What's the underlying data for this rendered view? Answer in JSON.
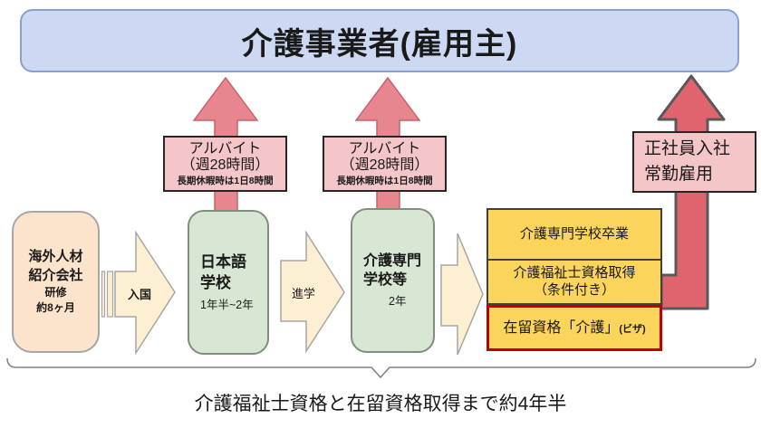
{
  "diagram": {
    "employer": {
      "title": "介護事業者(雇用主)"
    },
    "part_time_boxes": [
      {
        "line1": "アルバイト",
        "line2": "（週28時間）",
        "note": "長期休暇時は1日8時間"
      },
      {
        "line1": "アルバイト",
        "line2": "（週28時間）",
        "note": "長期休暇時は1日8時間"
      }
    ],
    "full_time_box": {
      "line1": "正社員入社",
      "line2": "常勤雇用"
    },
    "agency_box": {
      "line1": "海外人材",
      "line2": "紹介会社",
      "sub1": "研修",
      "sub2": "約8ヶ月"
    },
    "entry_arrow_label": "入国",
    "jp_school_box": {
      "line1": "日本語",
      "line2": "学校",
      "sub": "1年半~2年"
    },
    "advance_arrow_label": "進学",
    "care_school_box": {
      "line1": "介護専門",
      "line2": "学校等",
      "sub": "2年"
    },
    "qualification_rows": {
      "row1": "介護専門学校卒業",
      "row2_line1": "介護福祉士資格取得",
      "row2_line2": "（条件付き）",
      "row3_main": "在留資格「介護」",
      "row3_small": "(ビザ)"
    },
    "caption": "介護福祉士資格と在留資格取得まで約4年半",
    "colors": {
      "employer_fill": "#CDD9F2",
      "employer_border": "#8D9FCC",
      "pink_arrow_fill": "#E8868F",
      "red_arrow_fill": "#E0646E",
      "red_arrow_border": "#595959",
      "pink_box_fill": "#F4C6CA",
      "cream_arrow_fill": "#FDF0D2",
      "peach_box_fill": "#FCE3CB",
      "green_box_fill": "#D8E7D3",
      "gold_box_fill": "#FBD45C",
      "visa_border": "#C00000"
    }
  }
}
